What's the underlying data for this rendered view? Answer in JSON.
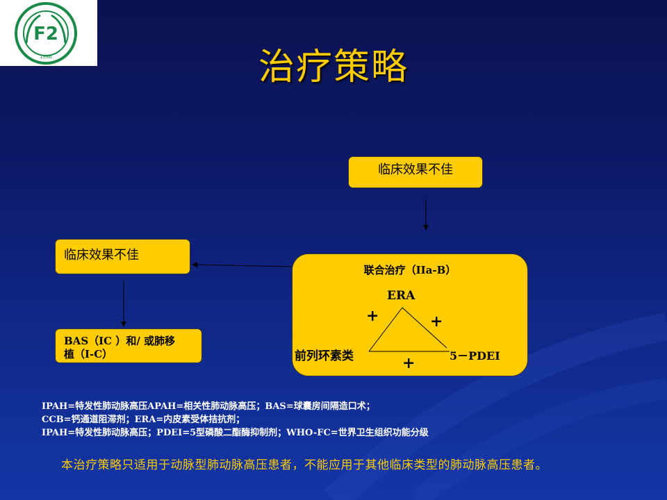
{
  "slide": {
    "title": "治疗策略",
    "logo": {
      "text": "F2",
      "year": "1986"
    },
    "boxes": {
      "top": "临床效果不佳",
      "left": "临床效果不佳",
      "bas_line1": "BAS（IC ）和/ 或肺移",
      "bas_line2": "植（I-C）"
    },
    "combo": {
      "title": "联合治疗（IIa-B）",
      "era": "ERA",
      "plus": "+",
      "prostacyclin": "前列环素类",
      "pdei": "5－PDEI"
    },
    "abbreviations": [
      "IPAH=特发性肺动脉高压APAH=相关性肺动脉高压；BAS=球囊房间隔造口术；",
      "CCB=钙通道阻滞剂；ERA=内皮素受体拮抗剂；",
      "IPAH=特发性肺动脉高压；PDEI=5型磷酸二酯酶抑制剂；WHO-FC=世界卫生组织功能分级"
    ],
    "note": "本治疗策略只适用于动脉型肺动脉高压患者，不能应用于其他临床类型的肺动脉高压患者。"
  },
  "colors": {
    "accent": "#ffcc00",
    "background": "#0d1a6a",
    "text_light": "#ffffff"
  }
}
